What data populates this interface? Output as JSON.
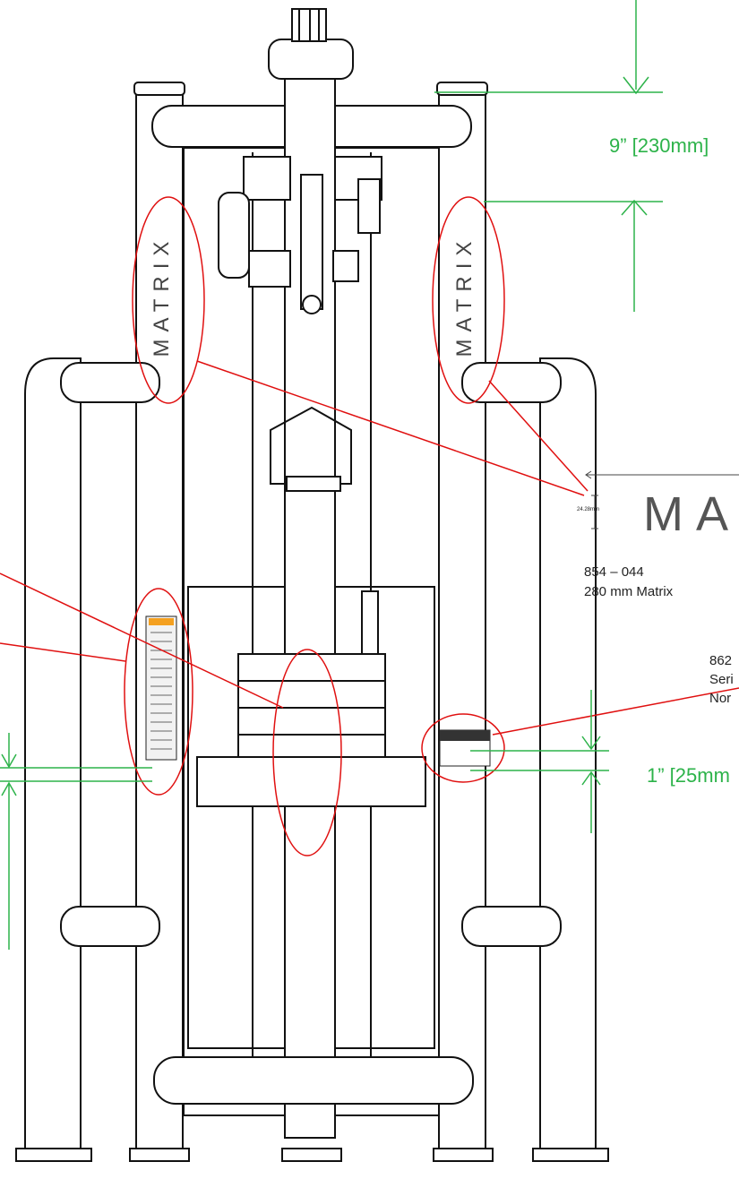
{
  "brand": "MATRIX",
  "dimensions": {
    "top_gap": "9” [230mm]",
    "bottom_gap": "1” [25mm"
  },
  "logo_label": {
    "part_number": "854 – 044",
    "description": "280 mm Matrix",
    "logo_height": "24.28mm",
    "logo_preview": "MA"
  },
  "serial_label": {
    "line1": "862",
    "line2": "Seri",
    "line3": "Nor"
  },
  "colors": {
    "dimension": "#2db34a",
    "callout": "#e01010",
    "drawing": "#111111"
  }
}
